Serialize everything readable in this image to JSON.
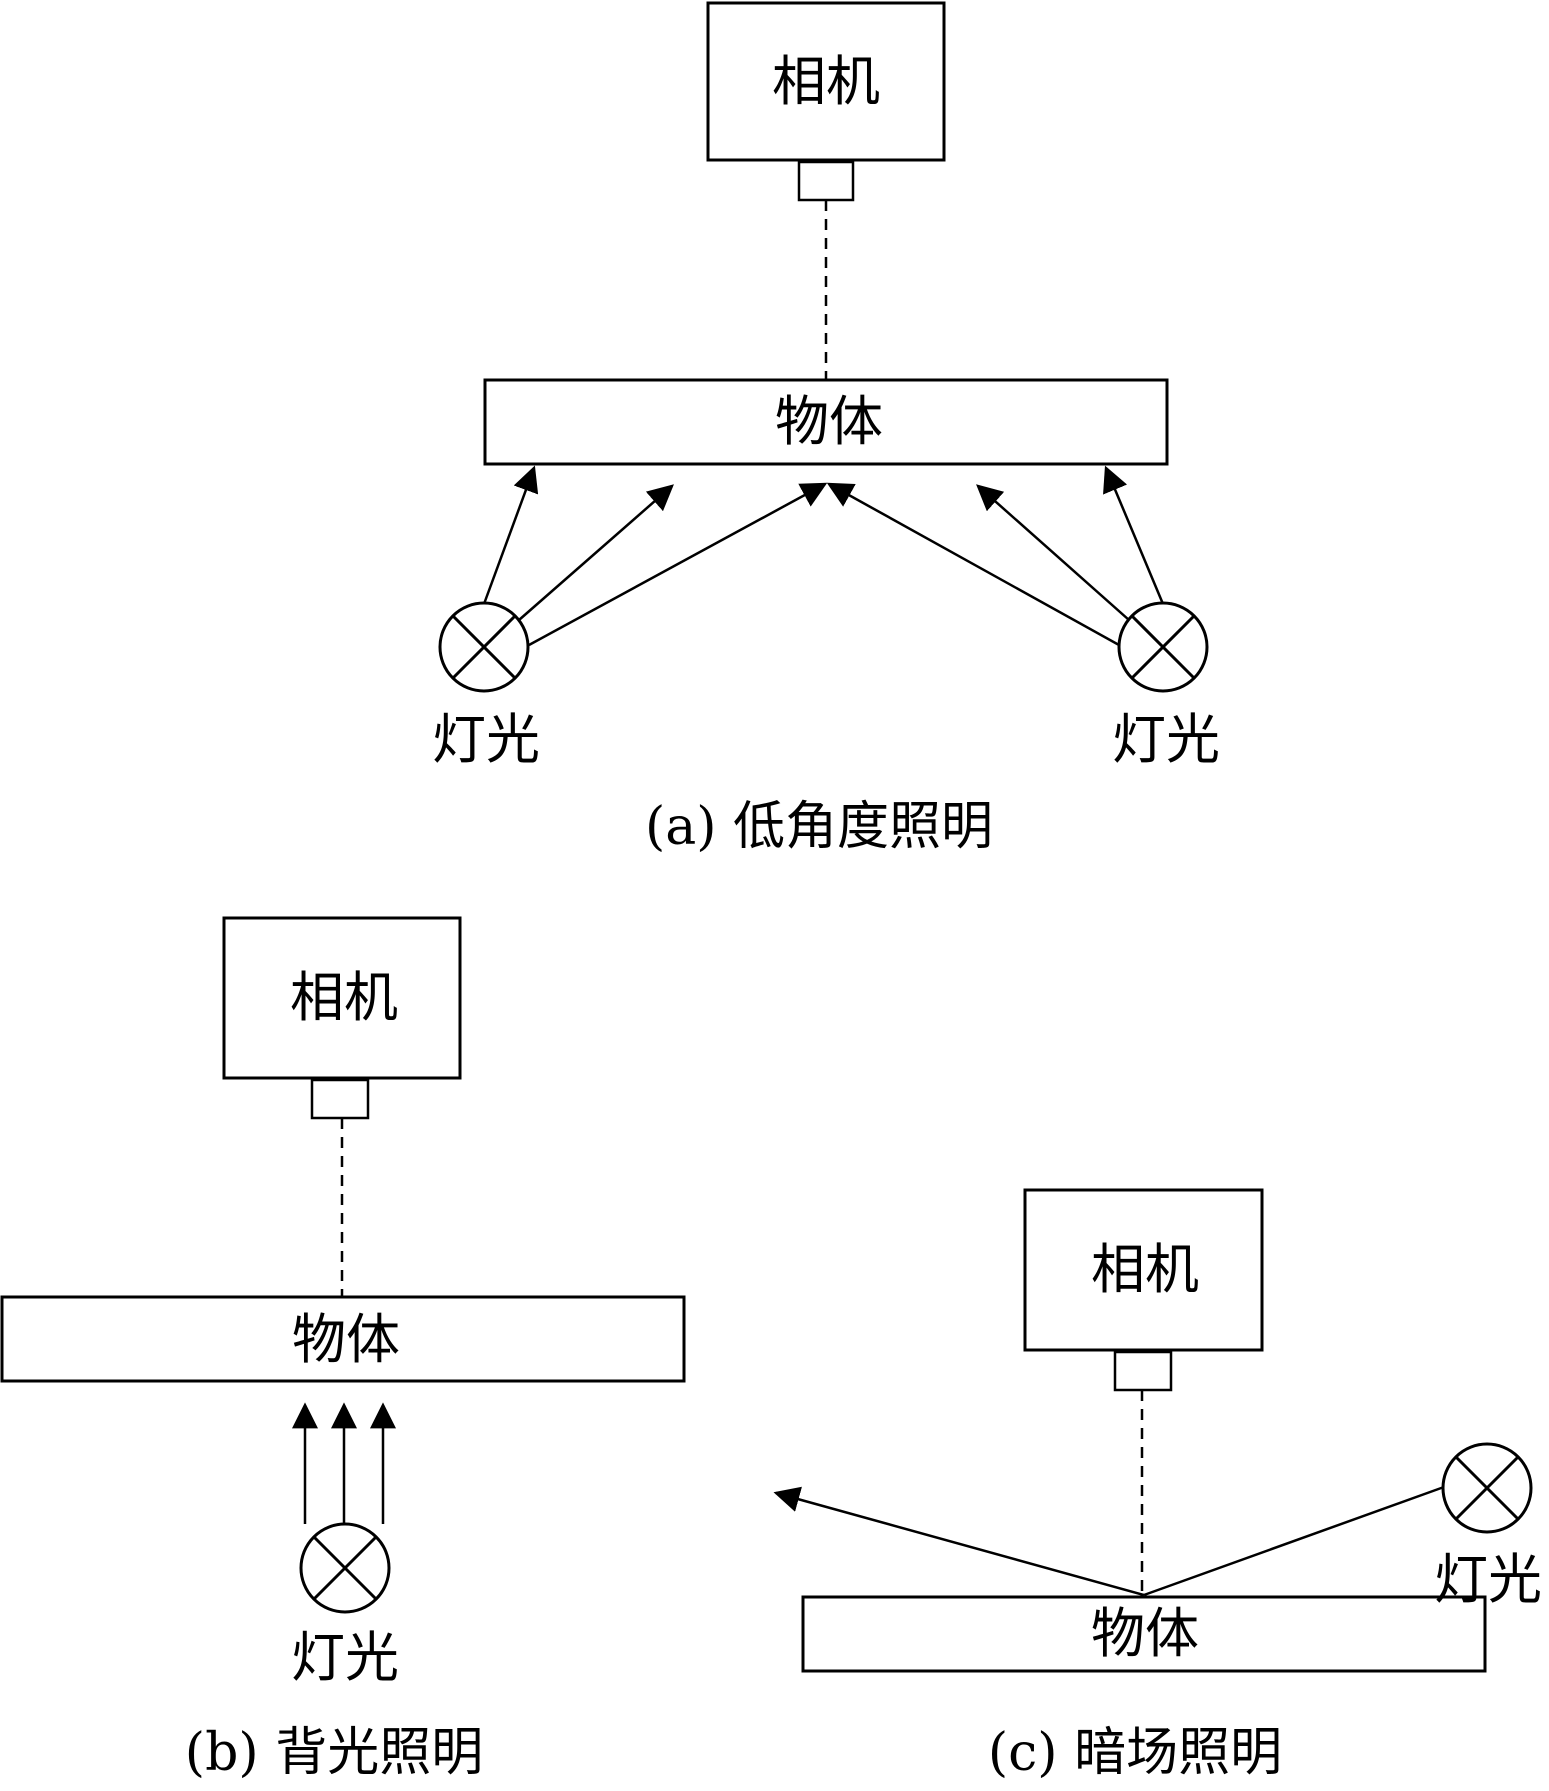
{
  "panel_a": {
    "camera_label": "相机",
    "object_label": "物体",
    "light_left_label": "灯光",
    "light_right_label": "灯光",
    "caption": "(a) 低角度照明"
  },
  "panel_b": {
    "camera_label": "相机",
    "object_label": "物体",
    "light_label": "灯光",
    "caption": "(b) 背光照明"
  },
  "panel_c": {
    "camera_label": "相机",
    "object_label": "物体",
    "light_label": "灯光",
    "caption": "(c) 暗场照明"
  }
}
